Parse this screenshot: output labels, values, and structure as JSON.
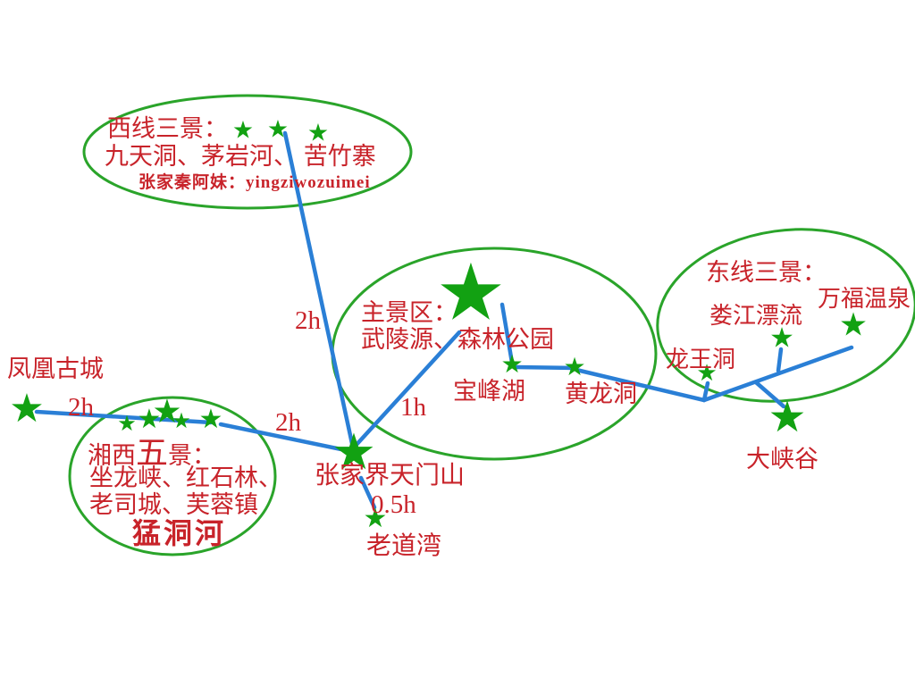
{
  "colors": {
    "red": "#c8232a",
    "green": "#2aa42a",
    "star_green": "#12a112",
    "blue": "#2a7fd6"
  },
  "west_region": {
    "title": "西线三景：",
    "sights": "九天洞、茅岩河、 苦竹寨",
    "contact": "张家秦阿妹：yingziwozuimei"
  },
  "main_region": {
    "title": "主景区：",
    "sights": "武陵源、森林公园"
  },
  "east_region": {
    "title": "东线三景："
  },
  "xiangxi_region": {
    "title_part1": "湘西",
    "title_part2": "五",
    "title_part3": "景：",
    "sights_line1": "坐龙峡、红石林、",
    "sights_line2": "老司城、芙蓉镇",
    "sights_line3": "猛洞河"
  },
  "nodes": {
    "fenghuang": "凤凰古城",
    "baofenghu": "宝峰湖",
    "huanglongdong": "黄龙洞",
    "zhangjiajie_tianmenshan": "张家界天门山",
    "laodaowan": "老道湾",
    "wanfu_wenquan": "万福温泉",
    "loujiang_piaoliu": "娄江漂流",
    "longwangdong": "龙王洞",
    "daxiagu": "大峡谷"
  },
  "edge_labels": {
    "fenghuang_to_xiangxi": "2h",
    "xiangxi_to_tianmenshan": "2h",
    "west_to_tianmenshan": "2h",
    "tianmenshan_to_main": "1h",
    "tianmenshan_to_laodaowan": "0.5h"
  },
  "stars": {
    "icon": "★"
  }
}
